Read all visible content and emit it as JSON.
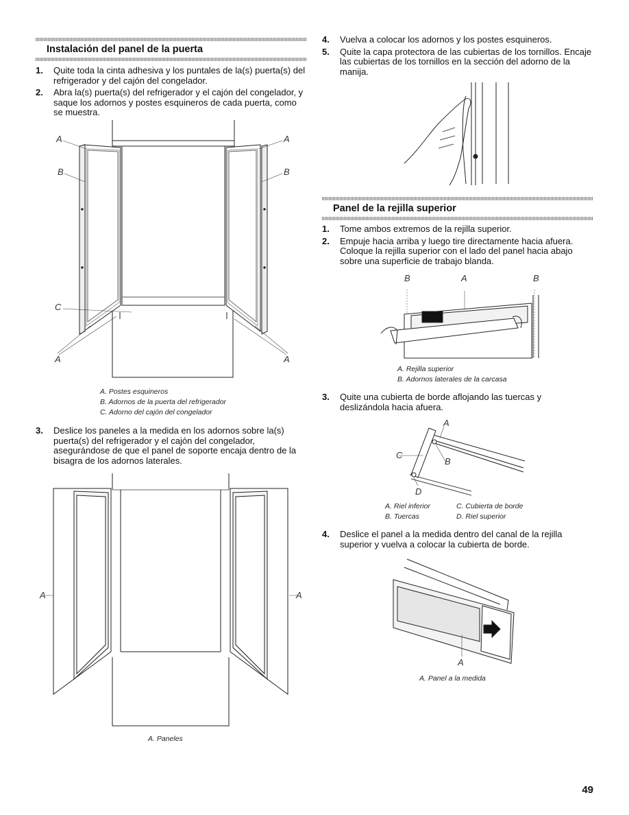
{
  "left": {
    "section1_title": "Instalación del panel de la puerta",
    "steps_a": [
      {
        "num": "1.",
        "text": "Quite toda la cinta adhesiva y los puntales de la(s) puerta(s) del refrigerador y del cajón del congelador."
      },
      {
        "num": "2.",
        "text": "Abra la(s) puerta(s) del refrigerador y el cajón del congelador, y saque los adornos y postes esquineros de cada puerta, como se muestra."
      }
    ],
    "fig1_labels": {
      "a": "A",
      "b": "B",
      "c": "C"
    },
    "fig1_caption": [
      "A. Postes esquineros",
      "B. Adornos de la puerta del refrigerador",
      "C. Adorno del cajón del congelador"
    ],
    "steps_b": [
      {
        "num": "3.",
        "text": "Deslice los paneles a la medida en los adornos sobre la(s) puerta(s) del refrigerador y el cajón del congelador, asegurándose de que el panel de soporte encaja dentro de la bisagra de los adornos laterales."
      }
    ],
    "fig2_label": "A",
    "fig2_caption": "A. Paneles"
  },
  "right": {
    "steps_a": [
      {
        "num": "4.",
        "text": "Vuelva a colocar los adornos y los postes esquineros."
      },
      {
        "num": "5.",
        "text": "Quite la capa protectora de las cubiertas de los tornillos. Encaje las cubiertas de los tornillos en la sección del adorno de la manija."
      }
    ],
    "section2_title": "Panel de la rejilla superior",
    "steps_b": [
      {
        "num": "1.",
        "text": "Tome ambos extremos de la rejilla superior."
      },
      {
        "num": "2.",
        "text": "Empuje hacia arriba y luego tire directamente hacia afuera. Coloque la rejilla superior con el lado del panel hacia abajo sobre una superficie de trabajo blanda."
      }
    ],
    "fig4_labels": {
      "a": "A",
      "b": "B"
    },
    "fig4_caption": [
      "A. Rejilla superior",
      "B. Adornos laterales de la carcasa"
    ],
    "steps_c": [
      {
        "num": "3.",
        "text": "Quite una cubierta de borde aflojando las tuercas y deslizándola hacia afuera."
      }
    ],
    "fig5_labels": {
      "a": "A",
      "b": "B",
      "c": "C",
      "d": "D"
    },
    "fig5_caption": {
      "a": "A. Riel inferior",
      "b": "B. Tuercas",
      "c": "C. Cubierta de borde",
      "d": "D. Riel superior"
    },
    "steps_d": [
      {
        "num": "4.",
        "text": "Deslice el panel a la medida dentro del canal de la rejilla superior y vuelva a colocar la cubierta de borde."
      }
    ],
    "fig6_label": "A",
    "fig6_caption": "A. Panel a la medida"
  },
  "page_number": "49"
}
